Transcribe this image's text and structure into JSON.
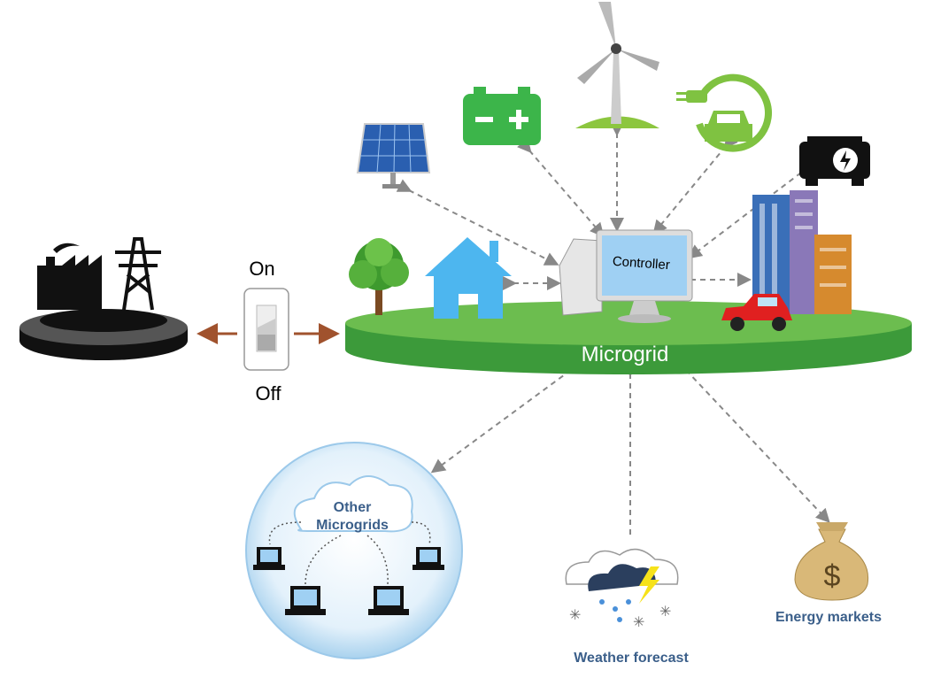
{
  "switch": {
    "on_label": "On",
    "off_label": "Off"
  },
  "microgrid": {
    "label": "Microgrid",
    "controller_label": "Controller"
  },
  "other_microgrids": {
    "label_line1": "Other",
    "label_line2": "Microgrids"
  },
  "weather": {
    "label": "Weather forecast"
  },
  "markets": {
    "label": "Energy markets"
  },
  "colors": {
    "green": "#6cbd4f",
    "green_dark": "#3c9a3a",
    "blue": "#4db6ef",
    "brown": "#a0522d",
    "label_blue": "#3b5f8a"
  }
}
